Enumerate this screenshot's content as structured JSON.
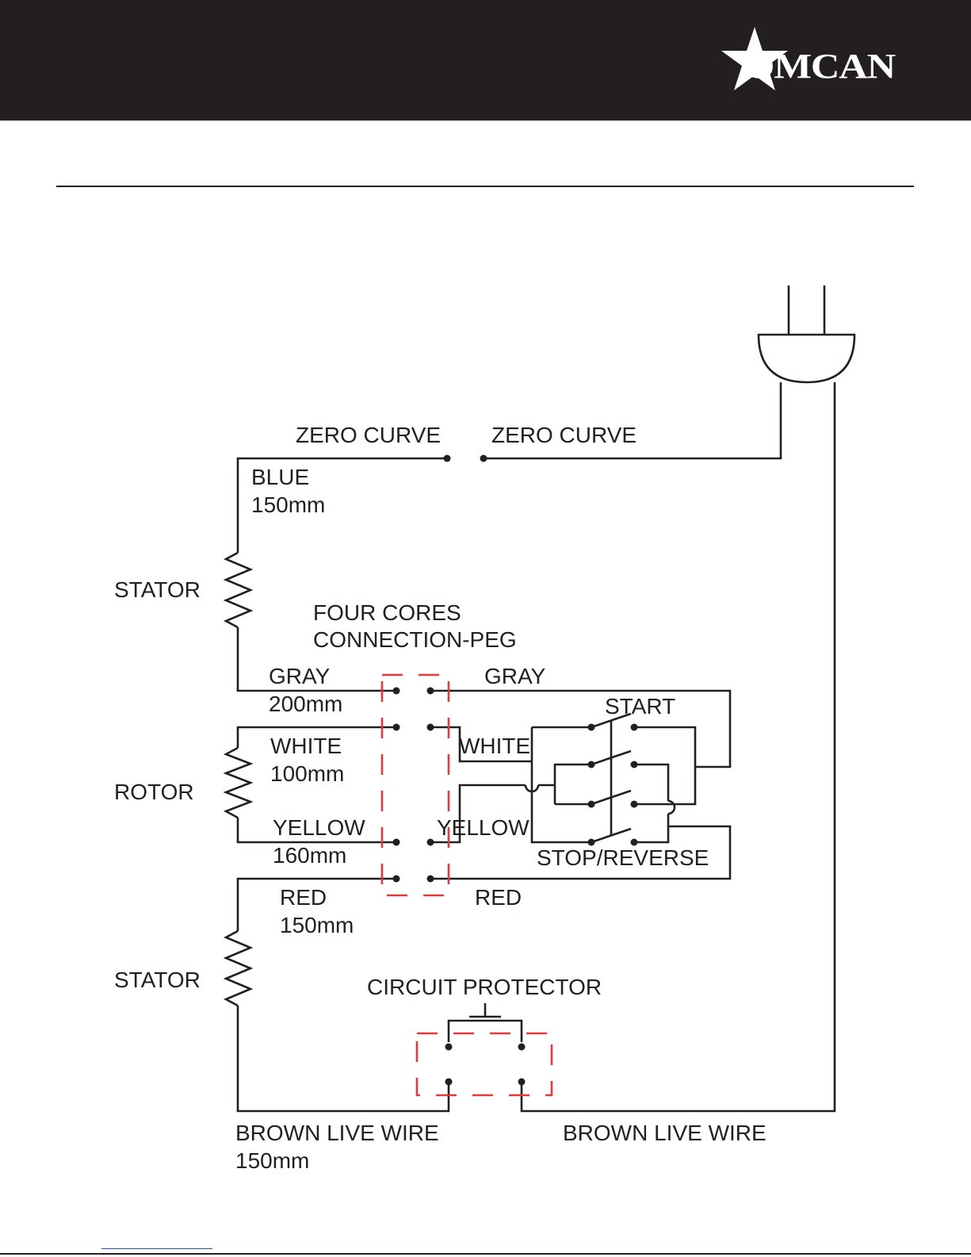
{
  "brand": {
    "logo_text": "OMCAN"
  },
  "diagram": {
    "labels": {
      "zero_curve_left": "ZERO CURVE",
      "zero_curve_right": "ZERO CURVE",
      "blue": "BLUE",
      "blue_len": "150mm",
      "stator_top": "STATOR",
      "four_cores": "FOUR CORES",
      "connection_peg": "CONNECTION-PEG",
      "gray_left": "GRAY",
      "gray_len": "200mm",
      "gray_right": "GRAY",
      "start": "START",
      "white_left": "WHITE",
      "white_len": "100mm",
      "white_right": "WHITE",
      "rotor": "ROTOR",
      "yellow_left": "YELLOW",
      "yellow_len": "160mm",
      "yellow_right": "YELLOW",
      "stop_reverse": "STOP/REVERSE",
      "red_left": "RED",
      "red_len": "150mm",
      "red_right": "RED",
      "stator_bottom": "STATOR",
      "circuit_protector": "CIRCUIT PROTECTOR",
      "brown_left": "BROWN LIVE WIRE",
      "brown_len": "150mm",
      "brown_right": "BROWN LIVE WIRE"
    }
  }
}
